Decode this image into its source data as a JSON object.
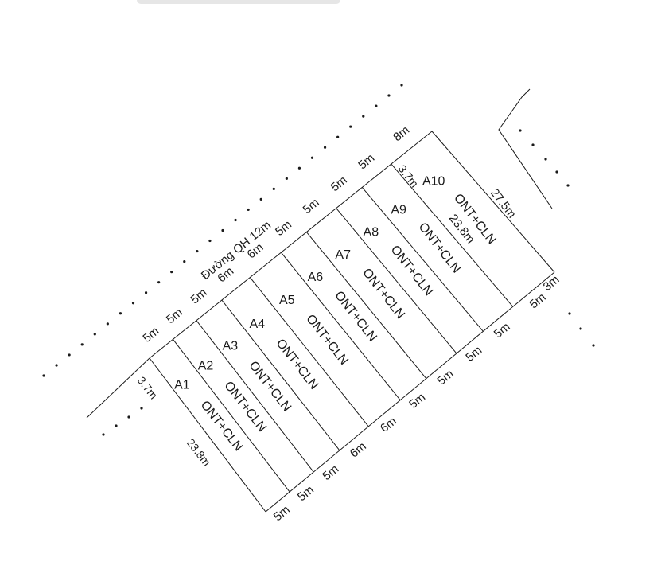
{
  "road_label": "Đường QH 12m",
  "lots": [
    {
      "id": "A1",
      "use": "ONT+CLN",
      "front": "5m",
      "back": "5m"
    },
    {
      "id": "A2",
      "use": "ONT+CLN",
      "front": "5m",
      "back": "5m"
    },
    {
      "id": "A3",
      "use": "ONT+CLN",
      "front": "5m",
      "back": "5m"
    },
    {
      "id": "A4",
      "use": "ONT+CLN",
      "front": "6m",
      "back": "6m"
    },
    {
      "id": "A5",
      "use": "ONT+CLN",
      "front": "6m",
      "back": "6m"
    },
    {
      "id": "A6",
      "use": "ONT+CLN",
      "front": "5m",
      "back": "5m"
    },
    {
      "id": "A7",
      "use": "ONT+CLN",
      "front": "5m",
      "back": "5m"
    },
    {
      "id": "A8",
      "use": "ONT+CLN",
      "front": "5m",
      "back": "5m"
    },
    {
      "id": "A9",
      "use": "ONT+CLN",
      "front": "5m",
      "back": "5m"
    },
    {
      "id": "A10",
      "use": "ONT+CLN",
      "front": "8m",
      "back": "5m"
    }
  ],
  "dimensions": {
    "left_depth": "23.8m",
    "right_depth_inner": "23.8m",
    "right_depth_outer": "27.5m",
    "corner_left": "3.7m",
    "corner_right": "3.7m",
    "back_extra": "3m"
  },
  "colors": {
    "line": "#1a1a1a",
    "background": "#ffffff"
  }
}
